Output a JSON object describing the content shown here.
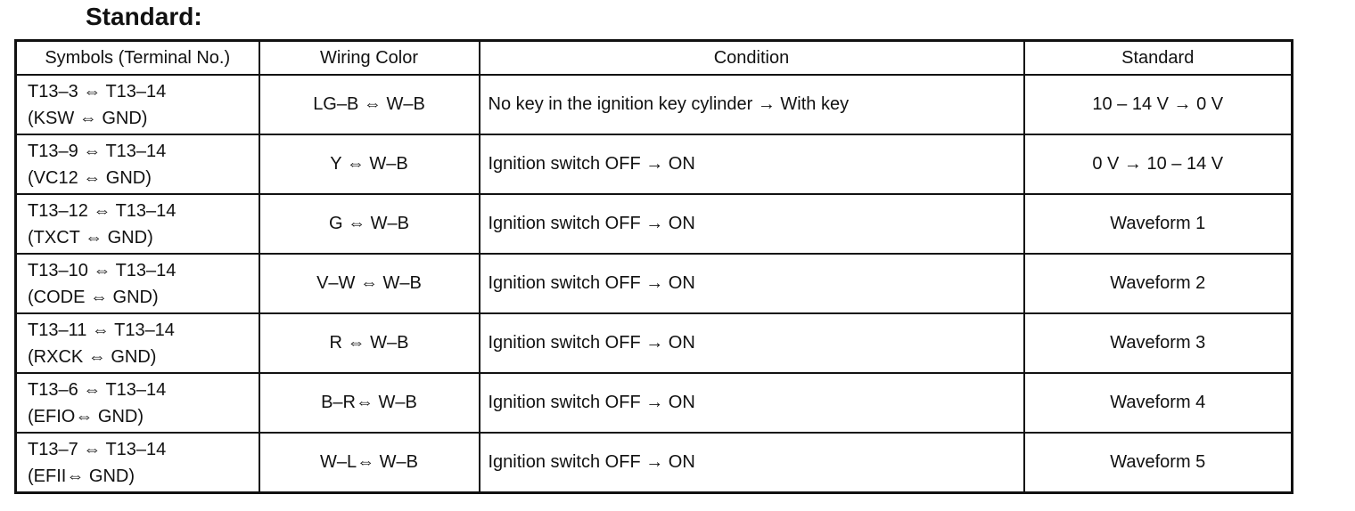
{
  "title": "Standard:",
  "table": {
    "headers": [
      "Symbols (Terminal No.)",
      "Wiring Color",
      "Condition",
      "Standard"
    ],
    "rows": [
      {
        "terminal": "T13–3 ⇔ T13–14",
        "symbol": "(KSW ⇔ GND)",
        "wiring": "LG–B ⇔ W–B",
        "condition": "No key in the ignition key cylinder → With key",
        "standard": "10 – 14 V → 0 V"
      },
      {
        "terminal": "T13–9 ⇔ T13–14",
        "symbol": "(VC12 ⇔ GND)",
        "wiring": "Y ⇔ W–B",
        "condition": "Ignition switch OFF → ON",
        "standard": "0 V → 10 – 14 V"
      },
      {
        "terminal": "T13–12 ⇔ T13–14",
        "symbol": "(TXCT ⇔ GND)",
        "wiring": "G ⇔ W–B",
        "condition": "Ignition switch OFF → ON",
        "standard": "Waveform 1"
      },
      {
        "terminal": "T13–10 ⇔ T13–14",
        "symbol": "(CODE ⇔ GND)",
        "wiring": "V–W ⇔ W–B",
        "condition": "Ignition switch OFF → ON",
        "standard": "Waveform 2"
      },
      {
        "terminal": "T13–11 ⇔ T13–14",
        "symbol": "(RXCK ⇔ GND)",
        "wiring": "R ⇔ W–B",
        "condition": "Ignition switch OFF → ON",
        "standard": "Waveform 3"
      },
      {
        "terminal": "T13–6 ⇔ T13–14",
        "symbol": "(EFIO⇔ GND)",
        "wiring": "B–R⇔ W–B",
        "condition": "Ignition switch OFF → ON",
        "standard": "Waveform 4"
      },
      {
        "terminal": "T13–7 ⇔ T13–14",
        "symbol": "(EFII⇔ GND)",
        "wiring": "W–L⇔ W–B",
        "condition": "Ignition switch OFF → ON",
        "standard": "Waveform 5"
      }
    ]
  }
}
